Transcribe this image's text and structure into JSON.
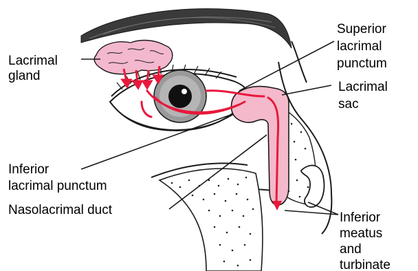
{
  "labels": {
    "lacrimal_gland": [
      "Lacrimal",
      "gland"
    ],
    "superior_punctum": [
      "Superior",
      "lacrimal",
      "punctum"
    ],
    "lacrimal_sac": [
      "Lacrimal",
      "sac"
    ],
    "inferior_punctum": [
      "Inferior",
      "lacrimal punctum"
    ],
    "nasolacrimal_duct": [
      "Nasolacrimal duct"
    ],
    "inferior_meatus": [
      "Inferior",
      "meatus",
      "and",
      "turbinate"
    ]
  },
  "colors": {
    "outline": "#1a1a1a",
    "gland_fill": "#f3b8cd",
    "duct_fill": "#f4b9cb",
    "tear_flow": "#e8193c",
    "iris": "#9a9a9a",
    "pupil": "#101010",
    "bone_stipple": "#222222"
  }
}
